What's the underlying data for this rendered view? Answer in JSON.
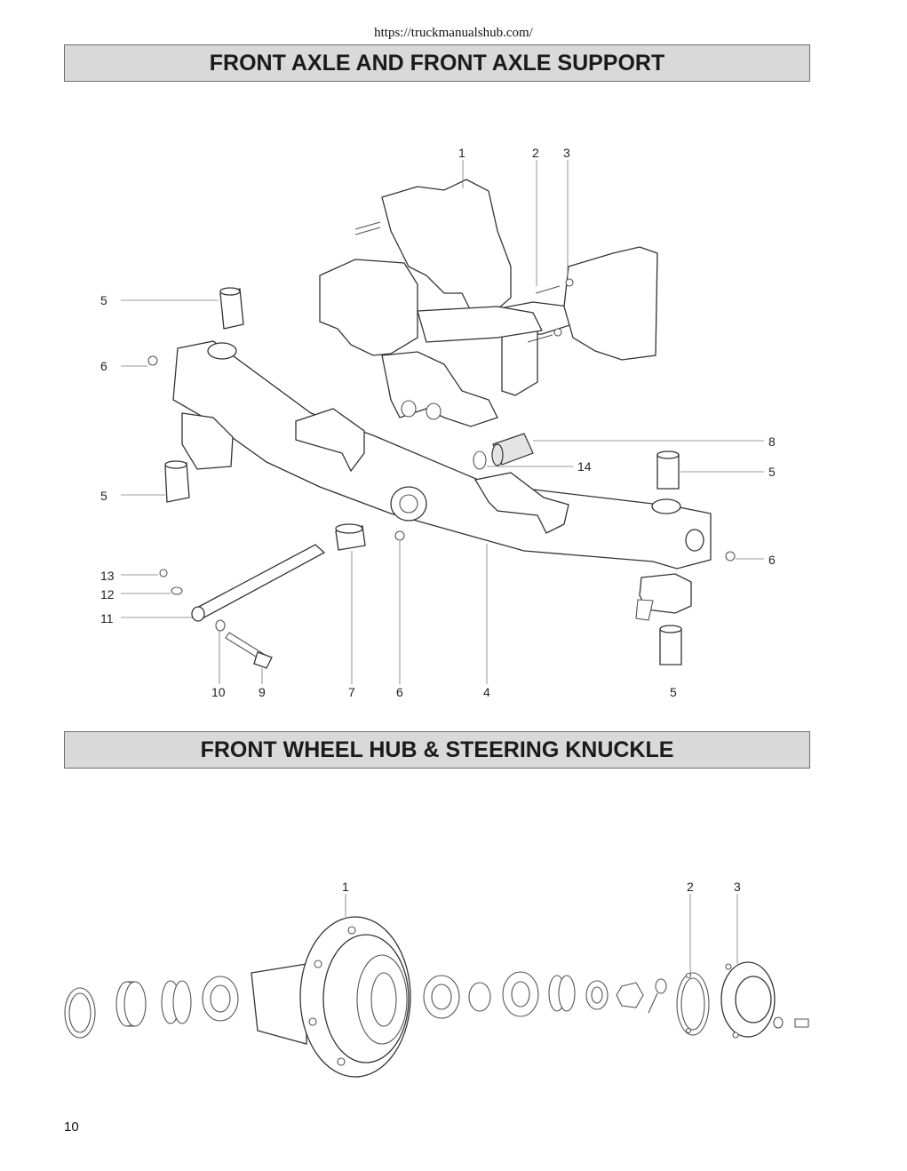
{
  "header": {
    "url": "https://truckmanualshub.com/"
  },
  "sections": [
    {
      "title": "FRONT AXLE AND FRONT AXLE SUPPORT"
    },
    {
      "title": "FRONT WHEEL HUB & STEERING KNUCKLE"
    }
  ],
  "diagram1": {
    "callouts": [
      "1",
      "2",
      "3",
      "5",
      "6",
      "5",
      "13",
      "12",
      "11",
      "10",
      "9",
      "7",
      "6",
      "4",
      "5",
      "8",
      "14",
      "5",
      "6"
    ]
  },
  "diagram2": {
    "callouts": [
      "1",
      "2",
      "3"
    ]
  },
  "footer": {
    "page_number": "10"
  }
}
